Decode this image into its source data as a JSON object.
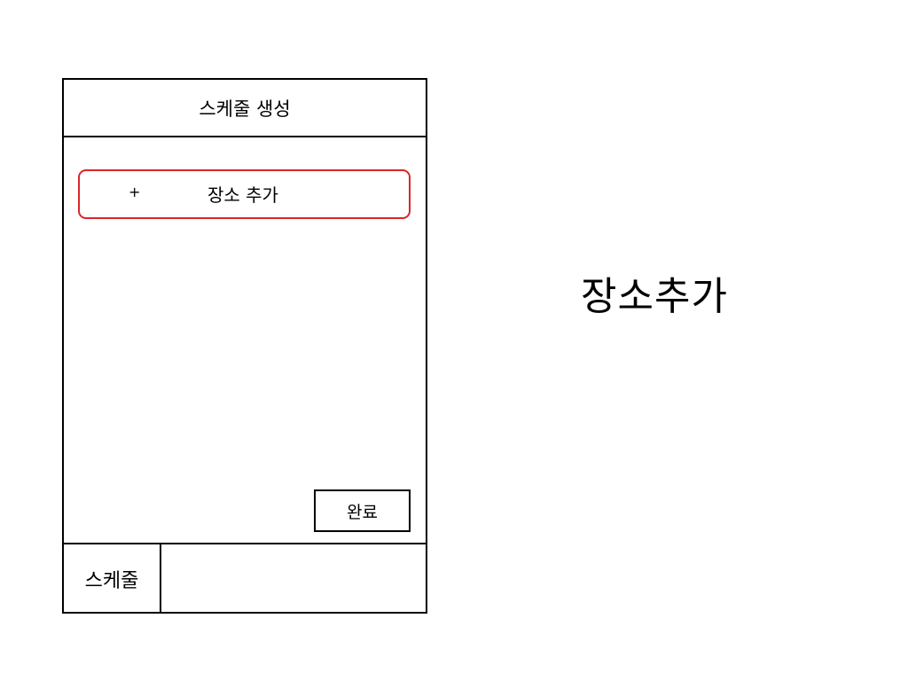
{
  "screen": {
    "title": "스케줄 생성",
    "add_place": {
      "icon": "plus-icon",
      "icon_glyph": "+",
      "label": "장소 추가",
      "border_color": "#d9262b"
    },
    "done_button": "완료",
    "bottom_nav": {
      "schedule_tab": "스케줄"
    }
  },
  "caption": "장소추가"
}
